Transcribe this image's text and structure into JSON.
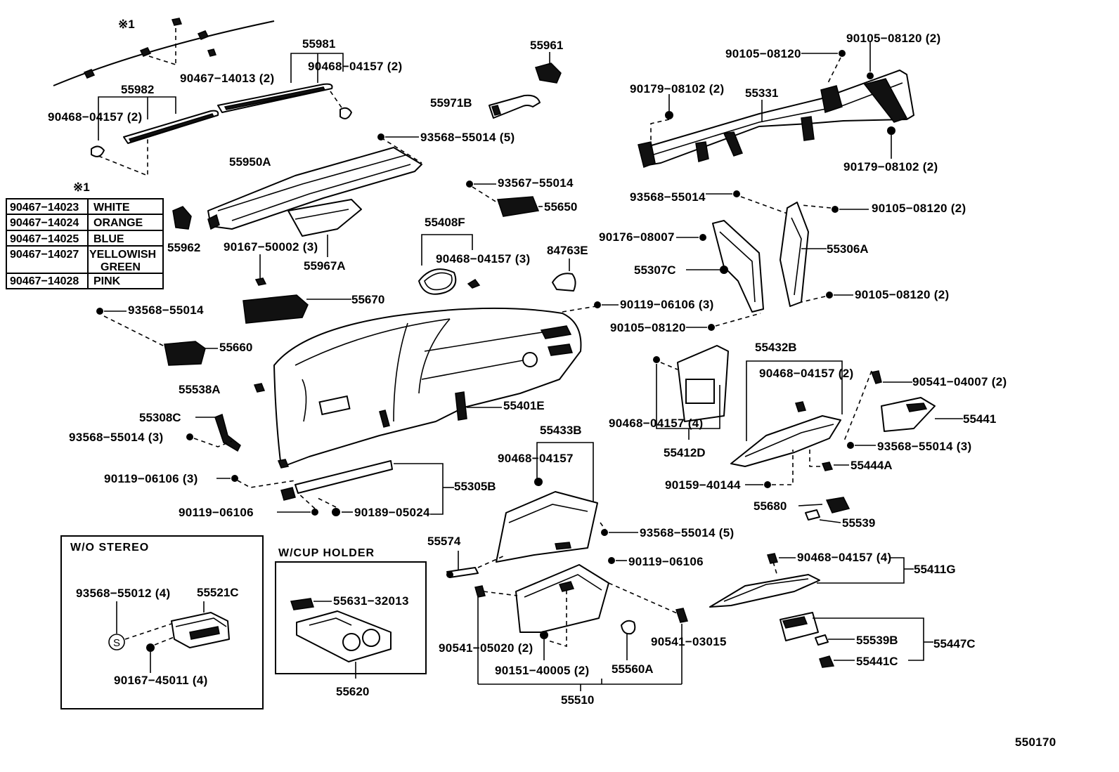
{
  "labels": {
    "p55981": "55981",
    "p90468_04157_2_a": "90468−04157 (2)",
    "p90467_14013_2": "90467−14013 (2)",
    "p55982": "55982",
    "p90468_04157_2_b": "90468−04157 (2)",
    "p55961": "55961",
    "p55971B": "55971B",
    "p93568_55014_5_a": "93568−55014 (5)",
    "p55950A": "55950A",
    "p55962": "55962",
    "p90167_50002_3": "90167−50002 (3)",
    "p55967A": "55967A",
    "p93567_55014": "93567−55014",
    "p55650": "55650",
    "p55408F": "55408F",
    "p90468_04157_3": "90468−04157 (3)",
    "p84763E": "84763E",
    "p55670": "55670",
    "p93568_55014_a": "93568−55014",
    "p55660": "55660",
    "p90119_06106_3_a": "90119−06106 (3)",
    "p90105_08120_a": "90105−08120",
    "p90105_08120_2_a": "90105−08120 (2)",
    "p90179_08102_2_a": "90179−08102 (2)",
    "p55331": "55331",
    "p90179_08102_2_b": "90179−08102 (2)",
    "p93568_55014_b": "93568−55014",
    "p90105_08120_2_b": "90105−08120 (2)",
    "p90176_08007": "90176−08007",
    "p55306A": "55306A",
    "p55307C": "55307C",
    "p90105_08120_2_c": "90105−08120 (2)",
    "p90105_08120_b": "90105−08120",
    "p55538A": "55538A",
    "p55401E": "55401E",
    "p55308C": "55308C",
    "p93568_55014_3_a": "93568−55014 (3)",
    "p90119_06106_3_b": "90119−06106 (3)",
    "p55305B": "55305B",
    "p90119_06106_a": "90119−06106",
    "p90189_05024": "90189−05024",
    "p55432B": "55432B",
    "p90468_04157_2_c": "90468−04157 (2)",
    "p90541_04007_2": "90541−04007 (2)",
    "p90468_04157_4_a": "90468−04157 (4)",
    "p55412D": "55412D",
    "p55441": "55441",
    "p93568_55014_3_b": "93568−55014 (3)",
    "p55444A": "55444A",
    "p90159_40144": "90159−40144",
    "p55680": "55680",
    "p55539": "55539",
    "p55433B": "55433B",
    "p90468_04157_a": "90468−04157",
    "p93568_55014_5_b": "93568−55014 (5)",
    "p55574": "55574",
    "p90119_06106_b": "90119−06106",
    "p90468_04157_4_b": "90468−04157 (4)",
    "p55411G": "55411G",
    "p90541_05020_2": "90541−05020 (2)",
    "p90151_40005_2": "90151−40005 (2)",
    "p55560A": "55560A",
    "p90541_03015": "90541−03015",
    "p55510": "55510",
    "p55539B": "55539B",
    "p55447C": "55447C",
    "p55441C": "55441C",
    "p93568_55012_4": "93568−55012 (4)",
    "p55521C": "55521C",
    "p90167_45011_4": "90167−45011 (4)",
    "p55631_32013": "55631−32013",
    "p55620": "55620",
    "note1_top": "※1",
    "note1_table": "※1",
    "s_symbol": "S",
    "figure_code": "550170"
  },
  "color_table": {
    "rows": [
      {
        "part": "90467−14023",
        "color": "WHITE"
      },
      {
        "part": "90467−14024",
        "color": "ORANGE"
      },
      {
        "part": "90467−14025",
        "color": "BLUE"
      },
      {
        "part": "90467−14027",
        "color": "YELLOWISH GREEN",
        "color_line1": "YELLOWISH",
        "color_line2": "GREEN"
      },
      {
        "part": "90467−14028",
        "color": "PINK"
      }
    ]
  },
  "sections": {
    "wo_stereo": "W/O  STEREO",
    "cup_holder": "W/CUP  HOLDER"
  }
}
